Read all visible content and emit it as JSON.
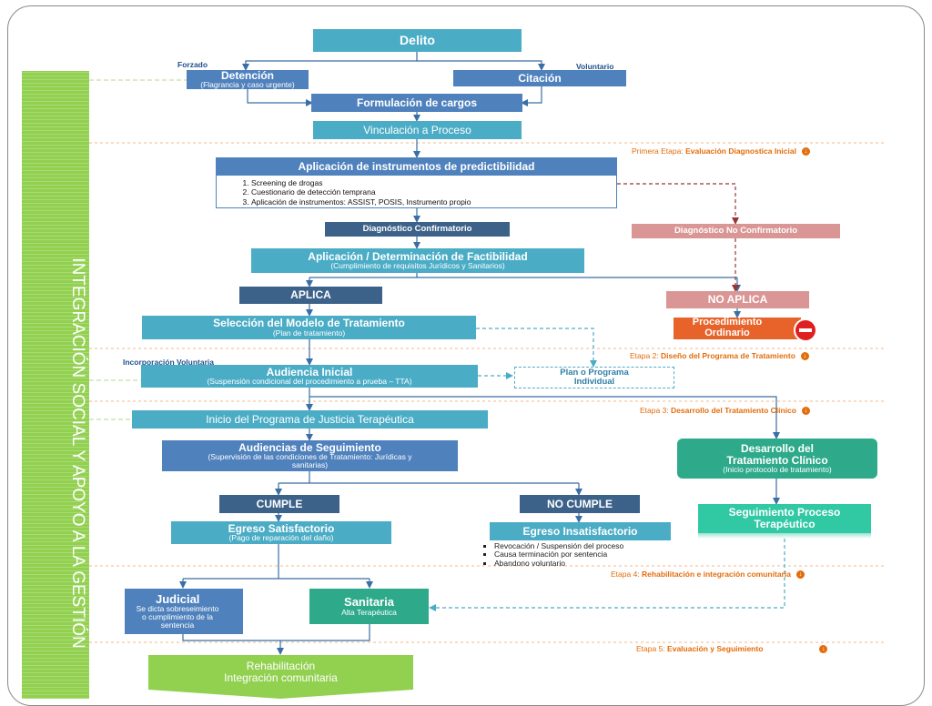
{
  "sidebar": {
    "label": "INTEGRACIÓN SOCIAL Y APOYO A LA GESTIÓN"
  },
  "nodes": {
    "delito": {
      "title": "Delito"
    },
    "detencion": {
      "title": "Detención",
      "subtitle": "(Flagrancia y caso urgente)",
      "tag": "Forzado"
    },
    "citacion": {
      "title": "Citación",
      "tag": "Voluntario"
    },
    "formulacion": {
      "title": "Formulación de cargos"
    },
    "vinculacion": {
      "title": "Vinculación a Proceso"
    },
    "instrumentos": {
      "title": "Aplicación de instrumentos de predictibilidad",
      "items": [
        "Screening de drogas",
        "Cuestionario de detección temprana",
        "Aplicación de instrumentos: ASSIST, POSIS, Instrumento propio"
      ]
    },
    "diag_conf": {
      "title": "Diagnóstico Confirmatorio"
    },
    "diag_no_conf": {
      "title": "Diagnóstico No Confirmatorio"
    },
    "factibilidad": {
      "title": "Aplicación / Determinación de Factibilidad",
      "subtitle": "(Cumplimiento de requisitos Jurídicos y Sanitarios)"
    },
    "aplica": {
      "title": "APLICA"
    },
    "no_aplica": {
      "title": "NO APLICA"
    },
    "procedimiento": {
      "title": "Procedimiento Ordinario"
    },
    "seleccion": {
      "title": "Selección del Modelo de Tratamiento",
      "subtitle": "(Plan de tratamiento)"
    },
    "plan": {
      "title": "Plan o Programa Individual"
    },
    "audiencia": {
      "title": "Audiencia Inicial",
      "subtitle": "(Suspensión condicional del procedimiento a prueba – TTA)",
      "tag": "Incorporación Voluntaria"
    },
    "inicio": {
      "title": "Inicio del Programa de Justicia Terapéutica"
    },
    "seguimiento": {
      "title": "Audiencias de Seguimiento",
      "subtitle": "(Supervisión de las condiciones de Tratamiento: Jurídicas y sanitarias)"
    },
    "desarrollo": {
      "title": "Desarrollo del Tratamiento Clínico",
      "subtitle": "(Inicio protocolo de tratamiento)"
    },
    "cumple": {
      "title": "CUMPLE"
    },
    "no_cumple": {
      "title": "NO CUMPLE"
    },
    "egreso_sat": {
      "title": "Egreso Satisfactorio",
      "subtitle": "(Pago de reparación del daño)"
    },
    "egreso_insat": {
      "title": "Egreso Insatisfactorio",
      "items": [
        "Revocación / Suspensión del proceso",
        "Causa terminación por sentencia",
        "Abandono voluntario"
      ]
    },
    "seg_proceso": {
      "title": "Seguimiento Proceso Terapéutico"
    },
    "judicial": {
      "title": "Judicial",
      "subtitle": "Se dicta sobreseimiento o cumplimiento de la sentencia"
    },
    "sanitaria": {
      "title": "Sanitaria",
      "subtitle": "Alta Terapéutica"
    },
    "rehab": {
      "title": "Rehabilitación",
      "subtitle": "Integración comunitaria"
    }
  },
  "stages": [
    {
      "prefix": "Primera Etapa:",
      "name": "Evaluación Diagnostica Inicial"
    },
    {
      "prefix": "Etapa 2:",
      "name": "Diseño del Programa de Tratamiento"
    },
    {
      "prefix": "Etapa 3:",
      "name": "Desarrollo del Tratamiento Clínico"
    },
    {
      "prefix": "Etapa 4:",
      "name": "Rehabilitación e integración comunitaria"
    },
    {
      "prefix": "Etapa 5:",
      "name": "Evaluación y Seguimiento"
    }
  ],
  "colors": {
    "blue": "#4f81bd",
    "teal": "#4bacc6",
    "navy": "#3d6289",
    "pink": "#d99694",
    "orange": "#e8632a",
    "green": "#2eaa8b",
    "sidebar": "#92d050",
    "stage_text": "#e46c0a"
  },
  "icons": {
    "stage_marker": "download-circle-icon",
    "stop": "stop-sign-icon"
  }
}
